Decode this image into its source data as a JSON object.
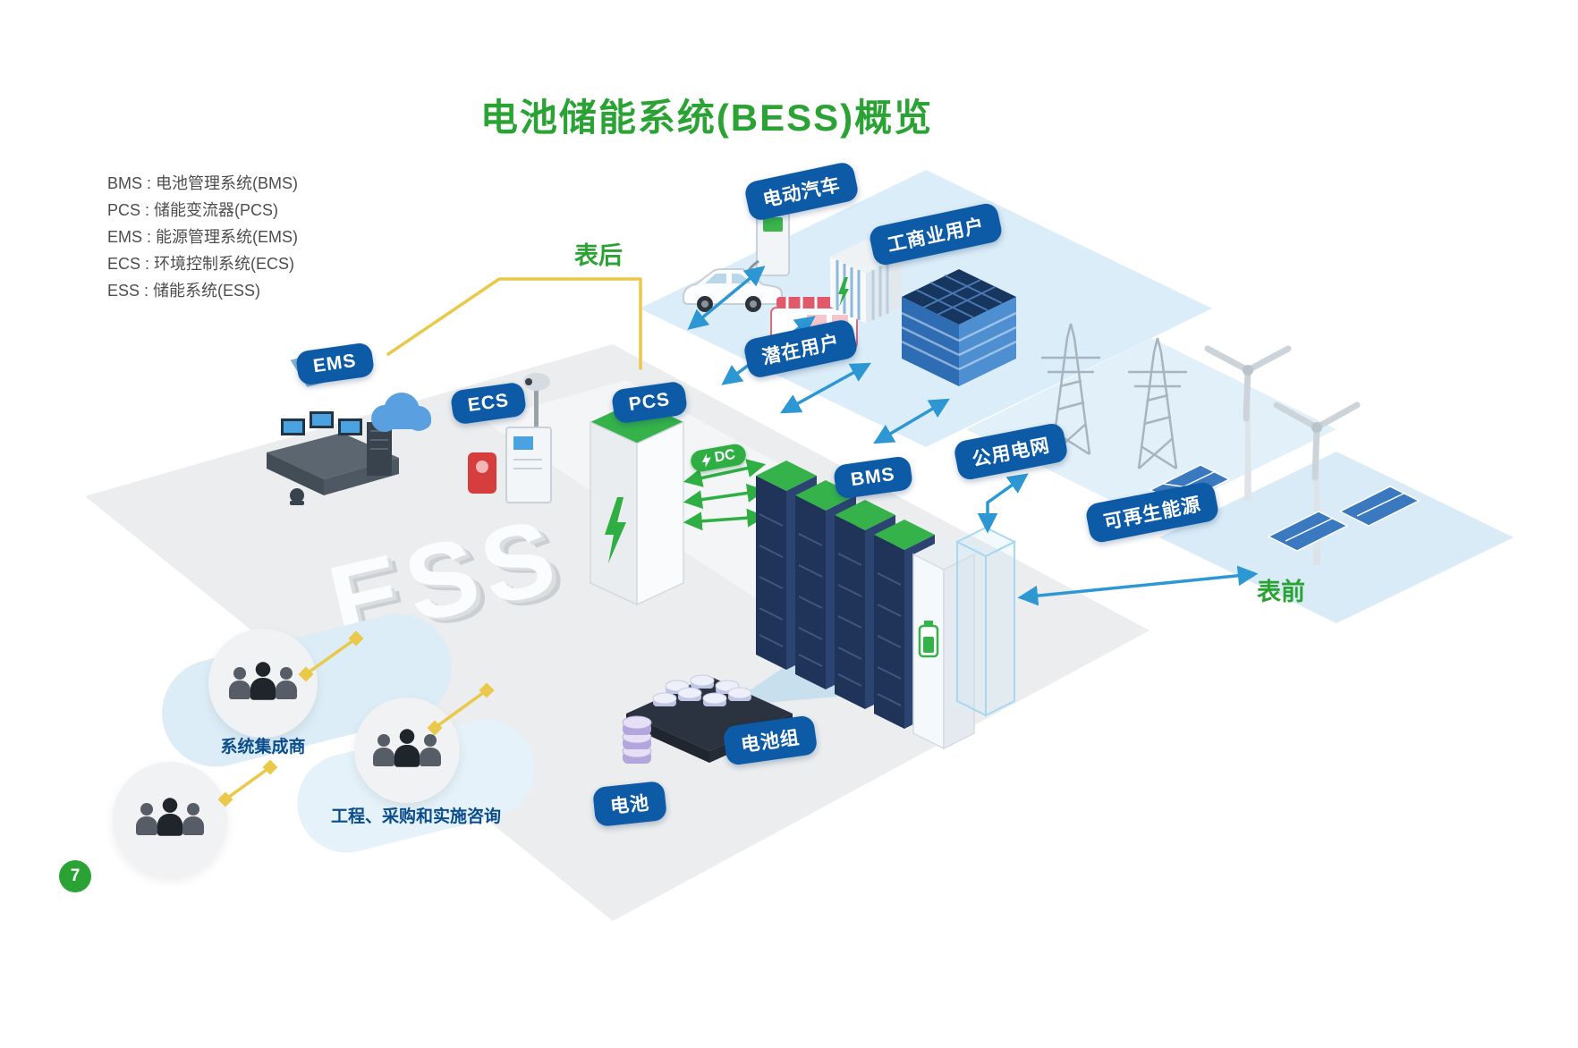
{
  "title": "电池储能系统(BESS)概览",
  "page_number": "7",
  "legend": {
    "items": [
      {
        "text": "BMS : 电池管理系统(BMS)"
      },
      {
        "text": "PCS : 储能变流器(PCS)"
      },
      {
        "text": "EMS : 能源管理系统(EMS)"
      },
      {
        "text": "ECS : 环境控制系统(ECS)"
      },
      {
        "text": "ESS : 储能系统(ESS)"
      }
    ]
  },
  "zones": {
    "behind_meter": "表后",
    "front_of_meter": "表前"
  },
  "watermark": "ESS",
  "badges": {
    "ems": "EMS",
    "ecs": "ECS",
    "pcs": "PCS",
    "bms": "BMS",
    "dc": "DC",
    "ev": "电动汽车",
    "commercial_industrial_users": "工商业用户",
    "potential_users": "潜在用户",
    "public_grid": "公用电网",
    "renewable_energy": "可再生能源",
    "battery_pack": "电池组",
    "battery": "电池"
  },
  "roles": {
    "system_integrator": "系统集成商",
    "epc_consulting": "工程、采购和实施咨询"
  },
  "colors": {
    "accent_green": "#2aa334",
    "badge_blue": "#0d5aa7",
    "arrow_blue": "#2d97d3",
    "arrow_green": "#2fae44",
    "line_yellow": "#e9c84a"
  }
}
